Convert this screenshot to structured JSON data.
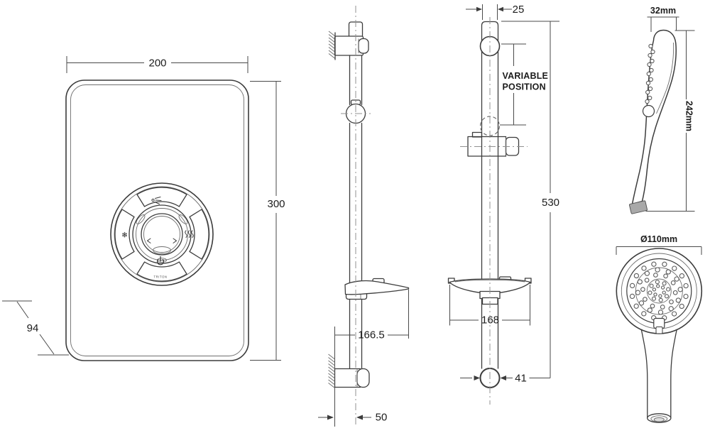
{
  "views": {
    "unit_front": {
      "width": "200",
      "height": "300",
      "depth": "94",
      "brand": "TRITON"
    },
    "rail_side": {
      "reach": "166.5",
      "wall_offset": "50"
    },
    "rail_front": {
      "tube_width": "25",
      "length": "530",
      "dish_width": "168",
      "mount_diameter": "41",
      "variable_position": {
        "line1": "VARIABLE",
        "line2": "POSITION"
      }
    },
    "handset_side": {
      "depth": "32mm",
      "length": "242mm"
    },
    "handset_front": {
      "diameter": "Ø110mm"
    }
  },
  "colors": {
    "line": "#3c3c3c",
    "centerline": "#909090",
    "background": "#ffffff"
  }
}
